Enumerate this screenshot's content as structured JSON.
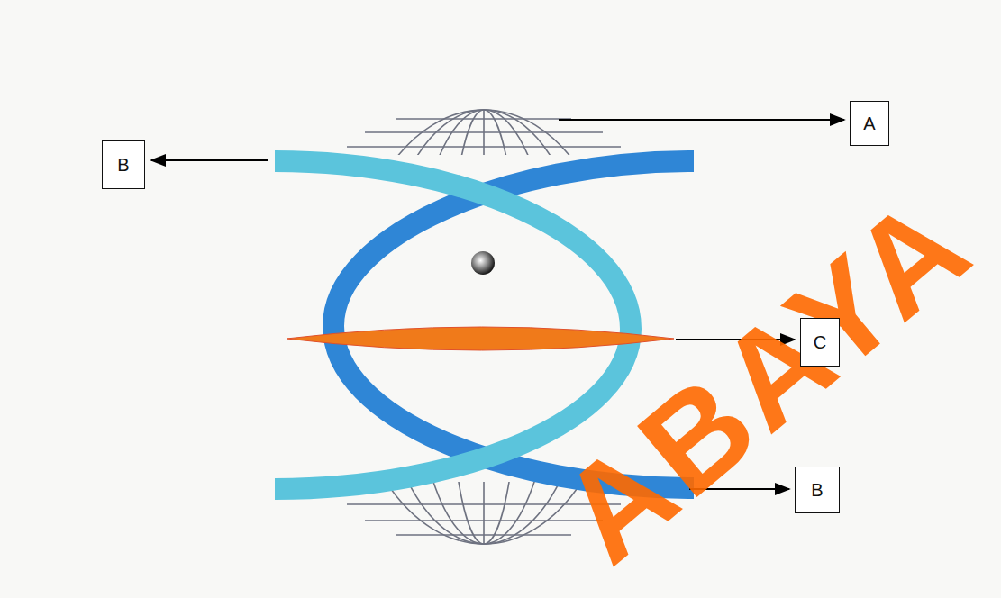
{
  "diagram": {
    "nodes": [
      {
        "text": [
          "A"
        ]
      },
      {
        "text": [
          "B"
        ]
      },
      {
        "text": [
          "C"
        ]
      },
      {
        "text": [
          "B"
        ]
      }
    ],
    "labels": [
      "ABAYA"
    ]
  }
}
